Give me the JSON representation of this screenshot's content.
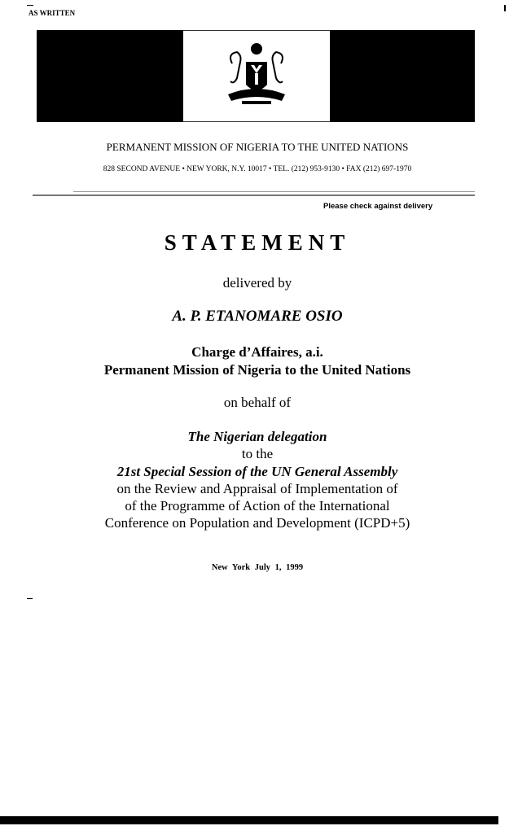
{
  "stamp": "AS WRITTEN",
  "letterhead": {
    "mission": "PERMANENT MISSION OF NIGERIA TO THE UNITED NATIONS",
    "address": "828 SECOND AVENUE • NEW YORK, N.Y. 10017 • TEL. (212) 953-9130 • FAX (212) 697-1970"
  },
  "note": "Please check against delivery",
  "title": "STATEMENT",
  "delivered_by": "delivered by",
  "speaker": "A. P. ETANOMARE OSIO",
  "position": "Charge d’Affaires, a.i.",
  "organization": "Permanent Mission of Nigeria to the United Nations",
  "on_behalf": "on behalf of",
  "delegation": "The Nigerian delegation",
  "to_the": "to the",
  "session": "21st Special Session of the UN General Assembly",
  "subject": [
    "on the Review and Appraisal of Implementation of",
    "of the Programme of Action of the International",
    "Conference on Population and Development (ICPD+5)"
  ],
  "dateline": "New York July 1, 1999"
}
